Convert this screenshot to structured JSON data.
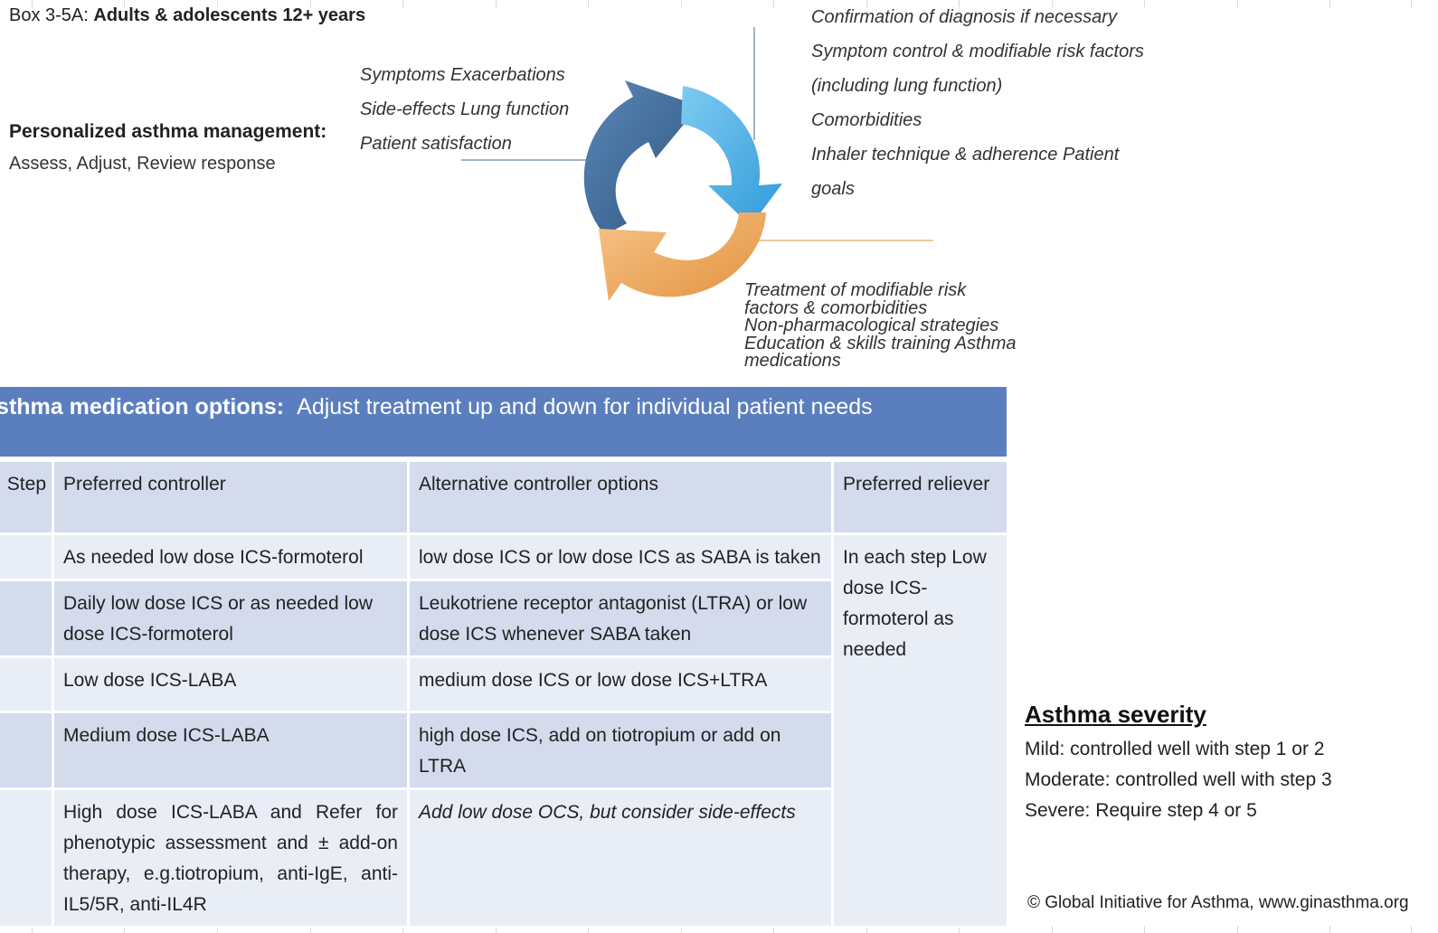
{
  "box_title": {
    "prefix": "Box 3-5A:",
    "main": "Adults & adolescents 12+ years"
  },
  "management": {
    "title": "Personalized asthma management:",
    "subtitle": "Assess,  Adjust,  Review response"
  },
  "assess_items": [
    "Symptoms  Exacerbations",
    "Side-effects  Lung function",
    "Patient satisfaction"
  ],
  "adjust_items": [
    "Confirmation of diagnosis if necessary",
    "Symptom control & modifiable risk factors",
    "(including lung function)",
    "Comorbidities",
    "Inhaler technique & adherence  Patient",
    "goals"
  ],
  "review_items": [
    "Treatment of modifiable risk",
    "factors & comorbidities",
    "Non-pharmacological strategies",
    "Education & skills training  Asthma",
    "medications"
  ],
  "cycle_colors": {
    "dark_blue": "#3f6a99",
    "light_blue": "#4fb0e6",
    "orange": "#eea85a"
  },
  "banner": {
    "label": "Asthma medication options:",
    "text": "Adjust treatment up and down for  individual patient needs",
    "color": "#5b7fbe"
  },
  "table": {
    "headers": {
      "step": "Step",
      "preferred": "Preferred controller",
      "alternative": "Alternative controller options",
      "reliever": "Preferred reliever"
    },
    "rows": [
      {
        "preferred": "As needed low dose ICS-formoterol",
        "alternative": "low dose ICS or low dose ICS as SABA is taken"
      },
      {
        "preferred": "Daily low dose ICS or as needed low dose ICS-formoterol",
        "alternative": "Leukotriene receptor antagonist (LTRA) or low dose ICS whenever SABA taken"
      },
      {
        "preferred": "Low dose ICS-LABA",
        "alternative": "medium dose ICS or low dose ICS+LTRA"
      },
      {
        "preferred": "Medium dose ICS-LABA",
        "alternative": "high dose ICS, add on tiotropium or add on LTRA"
      },
      {
        "preferred": "High dose  ICS-LABA  and Refer for  phenotypic  assessment and ± add-on  therapy,  e.g.tiotropium, anti-IgE, anti-IL5/5R, anti-IL4R",
        "alternative": "Add low dose  OCS,  but  consider side-effects"
      }
    ],
    "reliever": "In each step Low dose ICS-formoterol as needed"
  },
  "severity": {
    "title": "Asthma severity",
    "items": [
      "Mild: controlled well with step 1 or 2",
      "Moderate: controlled well with step 3",
      "Severe: Require step 4 or 5"
    ]
  },
  "copyright": "© Global Initiative for Asthma, www.ginasthma.org"
}
